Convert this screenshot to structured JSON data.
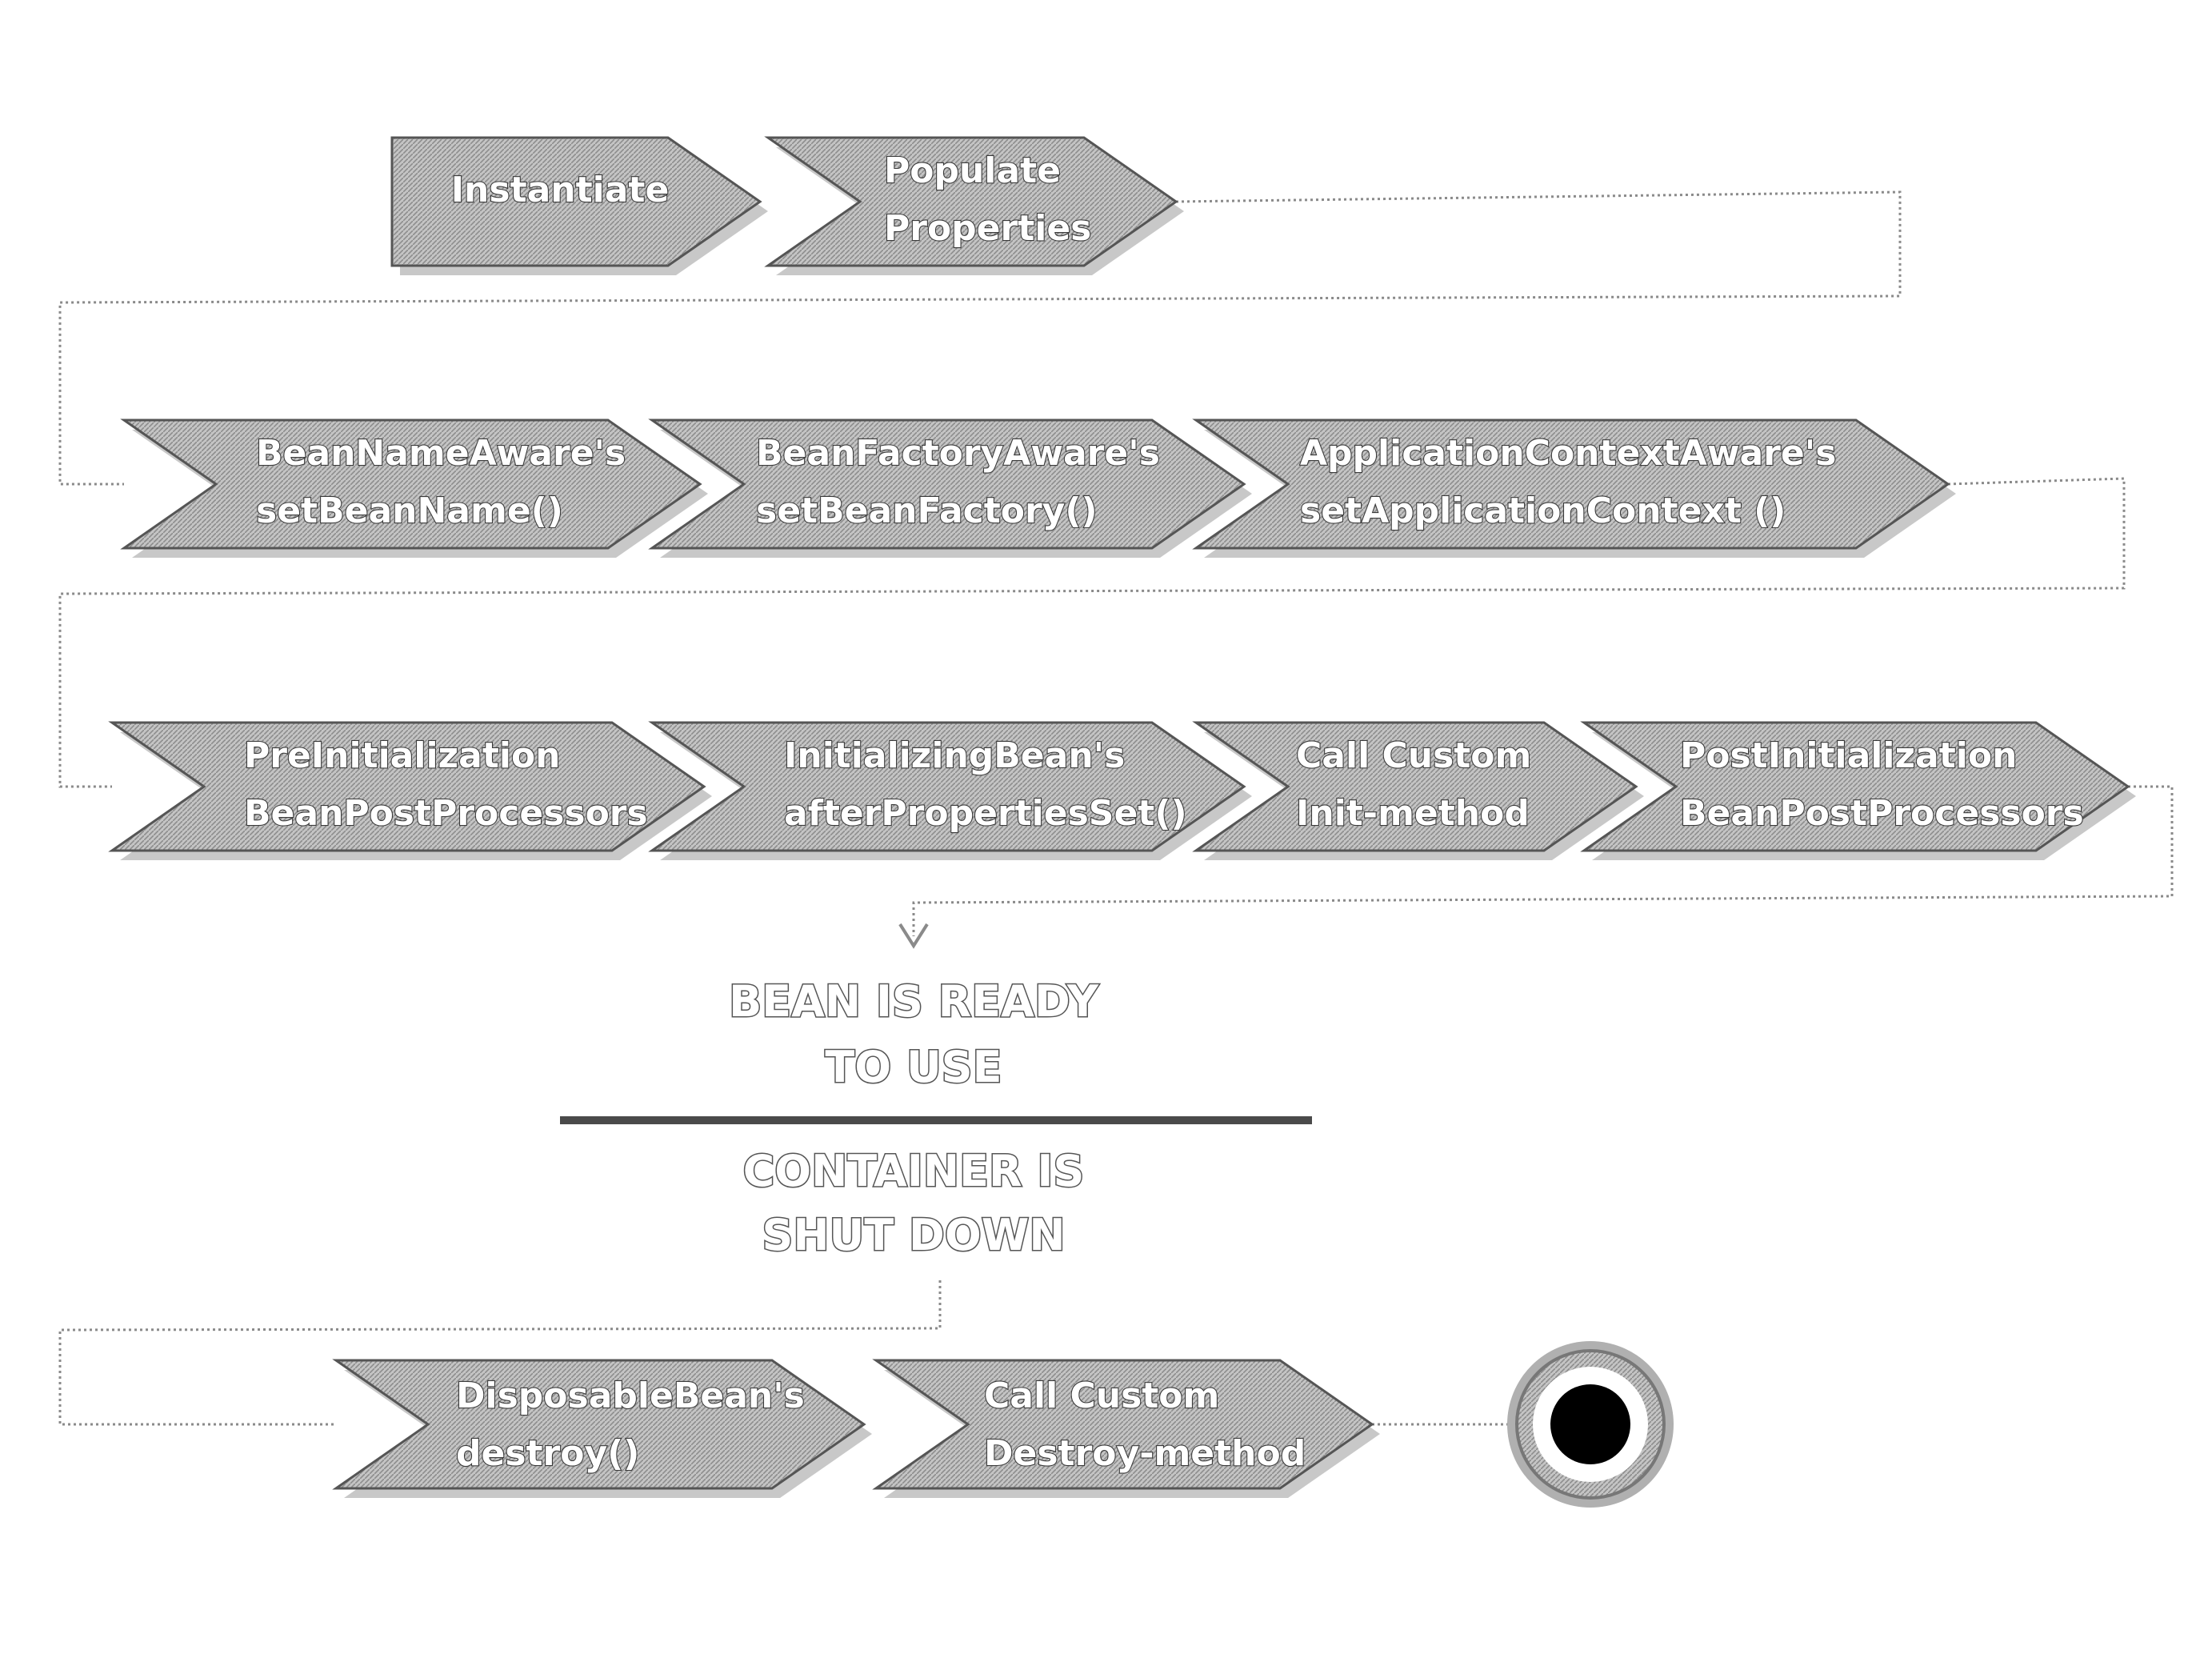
{
  "colors": {
    "shape_fill": "#b8b8b8",
    "shape_stroke": "#555555",
    "connector": "#8a8a8a",
    "end_node_outer": "#9a9a9a",
    "end_node_core": "#000000"
  },
  "steps": [
    {
      "lines": [
        "Instantiate"
      ]
    },
    {
      "lines": [
        "Populate",
        "Properties"
      ]
    },
    {
      "lines": [
        "BeanNameAware's",
        "setBeanName()"
      ]
    },
    {
      "lines": [
        "BeanFactoryAware's",
        "setBeanFactory()"
      ]
    },
    {
      "lines": [
        "ApplicationContextAware's",
        "setApplicationContext ()"
      ]
    },
    {
      "lines": [
        "PreInitialization",
        "BeanPostProcessors"
      ]
    },
    {
      "lines": [
        "InitializingBean's",
        "afterPropertiesSet()"
      ]
    },
    {
      "lines": [
        "Call Custom",
        "Init-method"
      ]
    },
    {
      "lines": [
        "PostInitialization",
        "BeanPostProcessors"
      ]
    },
    {
      "lines": [
        "DisposableBean's",
        "destroy()"
      ]
    },
    {
      "lines": [
        "Call Custom",
        "Destroy-method"
      ]
    }
  ],
  "ready": [
    "BEAN IS READY",
    "TO USE"
  ],
  "shutdown": [
    "CONTAINER IS",
    "SHUT DOWN"
  ],
  "end_node": {
    "icon": "final-state-icon"
  }
}
